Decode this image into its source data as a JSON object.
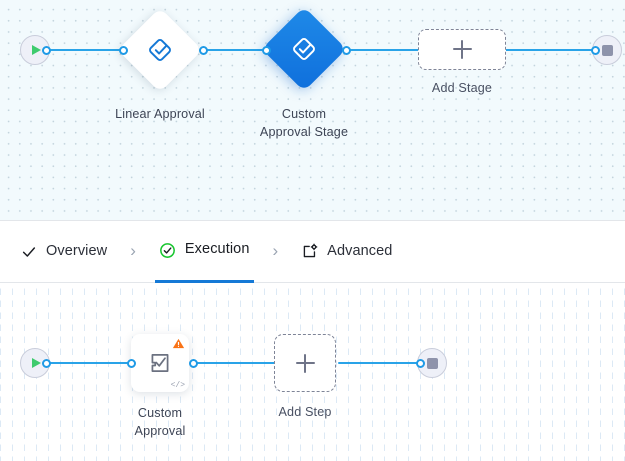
{
  "stage_canvas": {
    "name": "stage-graph-canvas",
    "background_color": "#f2fafd",
    "grid": "dots",
    "start_node": {
      "icon": "play-icon",
      "color": "#3ecb6e"
    },
    "end_node": {
      "icon": "stop-icon",
      "color": "#8e93ab"
    },
    "nodes": [
      {
        "label": "Linear Approval",
        "icon": "approval-diamond-icon",
        "selected": false,
        "icon_color": "#1579d6"
      },
      {
        "label": "Custom\nApproval Stage",
        "icon": "approval-diamond-icon",
        "selected": true,
        "icon_color": "#ffffff",
        "fill": "#1579d6"
      }
    ],
    "add_button": {
      "label": "Add Stage",
      "icon": "plus-icon"
    }
  },
  "tabbar": {
    "name": "stage-config-tabs",
    "active_tab": "Execution",
    "accent_color": "#1579d6",
    "separator": "›",
    "tabs": [
      {
        "label": "Overview",
        "icon": "check-icon",
        "icon_color": "#1a1d23",
        "active": false
      },
      {
        "label": "Execution",
        "icon": "check-circle-icon",
        "icon_color": "#18c62f",
        "active": true
      },
      {
        "label": "Advanced",
        "icon": "window-gear-icon",
        "icon_color": "#1a1d23",
        "active": false
      }
    ]
  },
  "step_canvas": {
    "name": "step-graph-canvas",
    "background_color": "#ffffff",
    "grid": "dashed-lines",
    "start_node": {
      "icon": "play-icon",
      "color": "#3ecb6e"
    },
    "end_node": {
      "icon": "stop-icon",
      "color": "#8e93ab"
    },
    "steps": [
      {
        "label": "Custom\nApproval",
        "icon": "approval-note-check-icon",
        "warning_icon": "warning-triangle-icon",
        "warning_color": "#f97316",
        "code_badge": "</>"
      }
    ],
    "add_button": {
      "label": "Add Step",
      "icon": "plus-icon"
    }
  }
}
